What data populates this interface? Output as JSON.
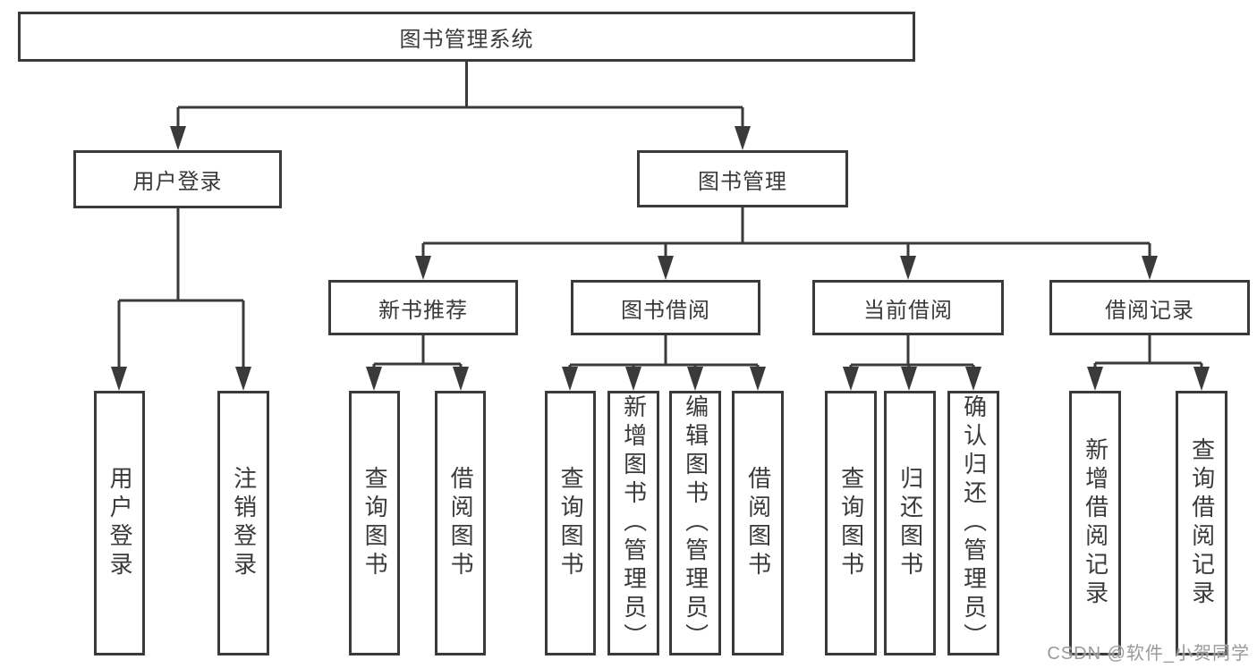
{
  "tree": {
    "root": "图书管理系统",
    "children": [
      {
        "label": "用户登录",
        "children": [
          {
            "label": "用户登录"
          },
          {
            "label": "注销登录"
          }
        ]
      },
      {
        "label": "图书管理",
        "children": [
          {
            "label": "新书推荐",
            "children": [
              {
                "label": "查询图书"
              },
              {
                "label": "借阅图书"
              }
            ]
          },
          {
            "label": "图书借阅",
            "children": [
              {
                "label": "查询图书"
              },
              {
                "label": "新增图书（管理员）"
              },
              {
                "label": "编辑图书（管理员）"
              },
              {
                "label": "借阅图书"
              }
            ]
          },
          {
            "label": "当前借阅",
            "children": [
              {
                "label": "查询图书"
              },
              {
                "label": "归还图书"
              },
              {
                "label": "确认归还（管理员）"
              }
            ]
          },
          {
            "label": "借阅记录",
            "children": [
              {
                "label": "新增借阅记录"
              },
              {
                "label": "查询借阅记录"
              }
            ]
          }
        ]
      }
    ]
  },
  "watermark": {
    "text": "CSDN @软件_小贺同学"
  },
  "colors": {
    "line": "#3a3a3a",
    "text": "#3a3a3a",
    "background": "#ffffff",
    "watermark": "#9a9a9a"
  }
}
